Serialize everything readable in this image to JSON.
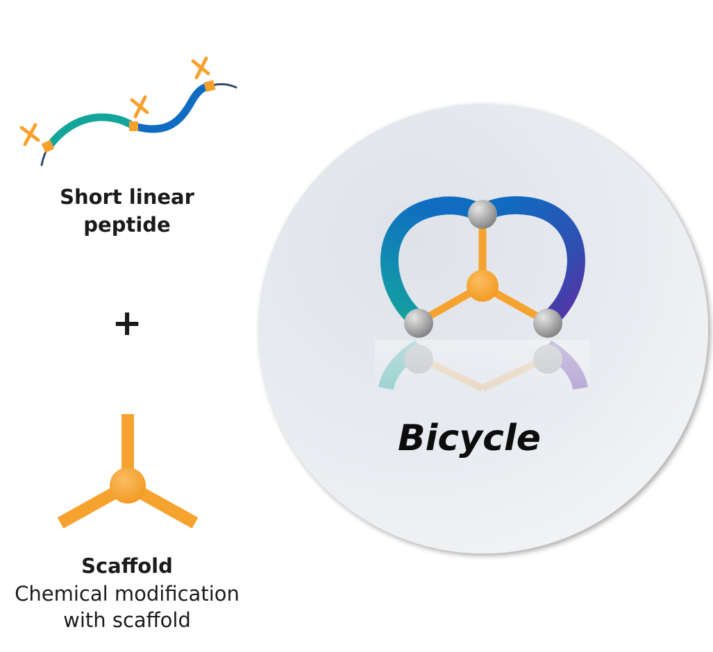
{
  "peptide": {
    "title_line1": "Short linear",
    "title_line2": "peptide"
  },
  "plus_sign": "+",
  "scaffold": {
    "title": "Scaffold",
    "desc_line1": "Chemical modification",
    "desc_line2": "with scaffold"
  },
  "bicycle": {
    "title": "Bicycle"
  },
  "colors": {
    "teal": "#14a59a",
    "blue": "#0f6cc1",
    "dark_blue": "#1456b8",
    "purple": "#5a2fa3",
    "orange": "#f7a12c",
    "scaffold_orange": "#f6a22e",
    "node_gray": "#a9a9a9",
    "circle_bg": "#e8ebef",
    "text": "#1a1a1a"
  },
  "icons": [
    "cross-mark-icon",
    "scaffold-icon",
    "bicycle-icon",
    "node-icon"
  ]
}
